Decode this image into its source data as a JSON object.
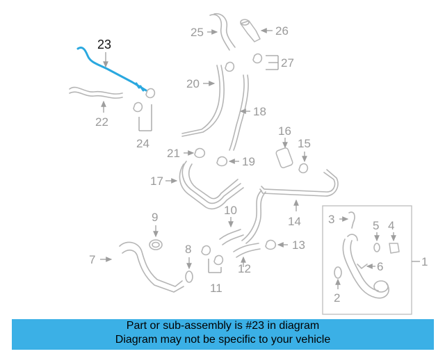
{
  "callouts": [
    "1",
    "2",
    "3",
    "4",
    "5",
    "6",
    "7",
    "8",
    "9",
    "10",
    "11",
    "12",
    "13",
    "14",
    "15",
    "16",
    "17",
    "18",
    "19",
    "20",
    "21",
    "22",
    "23",
    "24",
    "25",
    "26",
    "27"
  ],
  "highlighted_callout": "23",
  "banner": {
    "line1": "Part or sub-assembly is #23 in diagram",
    "line2": "Diagram may not be specific to your vehicle"
  },
  "colors": {
    "highlight": "#2aa8df",
    "banner": "#3bb0e6",
    "part_lines": "#b5b5b5"
  }
}
